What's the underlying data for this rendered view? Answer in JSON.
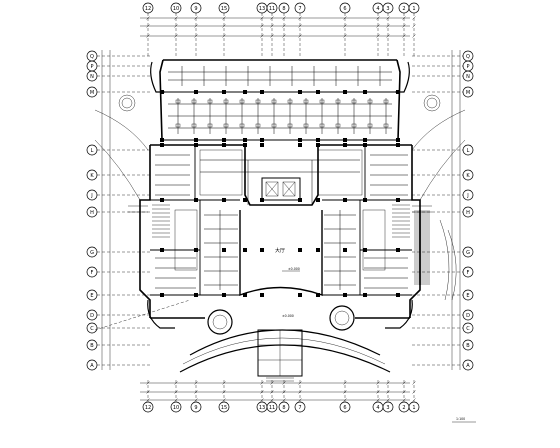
{
  "drawing": {
    "grid_top": [
      "12",
      "10",
      "9",
      "15",
      "13",
      "11",
      "8",
      "7",
      "6",
      "4",
      "3",
      "2",
      "1"
    ],
    "grid_bottom": [
      "12",
      "10",
      "9",
      "15",
      "13",
      "11",
      "8",
      "7",
      "6",
      "4",
      "3",
      "2",
      "1"
    ],
    "grid_left": [
      "Q",
      "P",
      "N",
      "M",
      "L",
      "K",
      "J",
      "H",
      "G",
      "F",
      "E",
      "D",
      "C",
      "B",
      "A"
    ],
    "grid_right": [
      "Q",
      "P",
      "N",
      "M",
      "L",
      "K",
      "J",
      "H",
      "G",
      "F",
      "E",
      "D",
      "C",
      "B",
      "A"
    ],
    "hall_label": "大厅",
    "elevation_label": "±0.000",
    "scale_label": "1:100"
  }
}
